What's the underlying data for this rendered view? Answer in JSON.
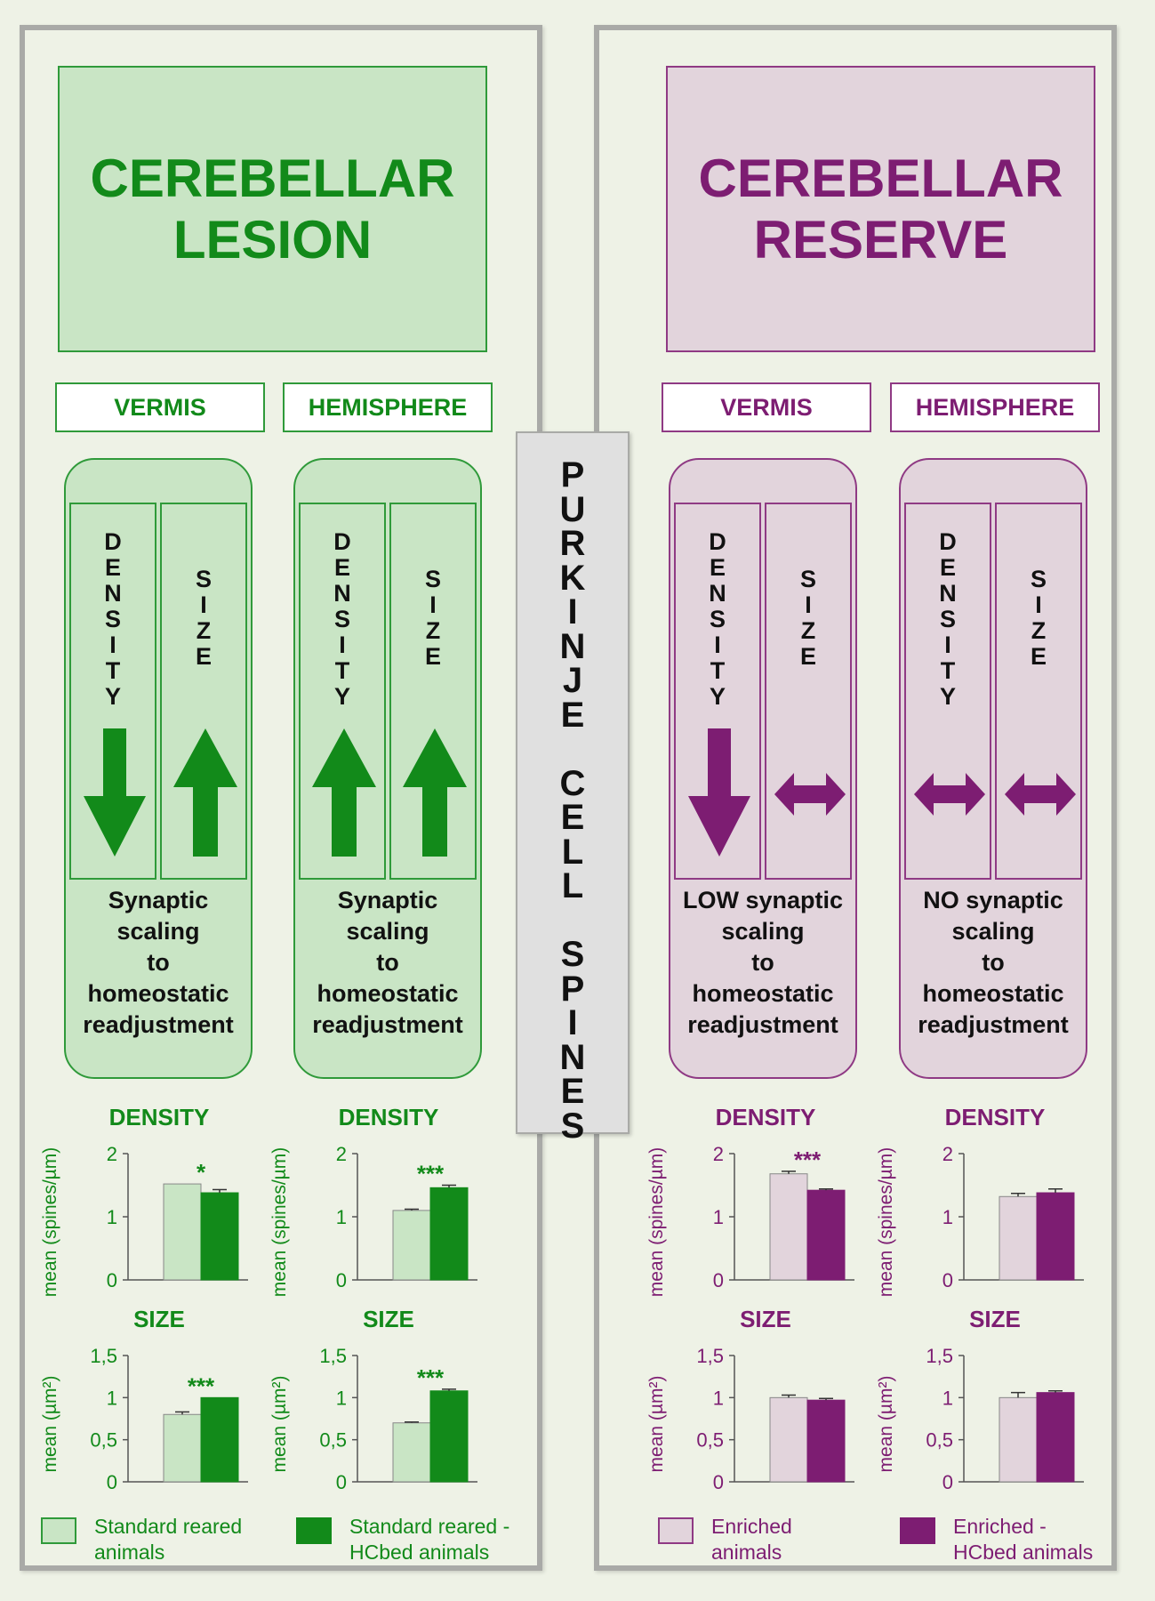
{
  "colors": {
    "green_dark": "#128a1a",
    "green_light": "#c9e5c5",
    "purple_dark": "#7d1d72",
    "purple_light": "#e2d4dc"
  },
  "center_label": "PURKINJE CELL SPINES",
  "panels": {
    "lesion": {
      "title_line1": "CEREBELLAR",
      "title_line2": "LESION",
      "regions": [
        {
          "name": "VERMIS",
          "strips": [
            {
              "label": "DENSITY",
              "arrow": "down-arrow-icon"
            },
            {
              "label": "SIZE",
              "arrow": "up-arrow-icon"
            }
          ],
          "text": [
            "Synaptic",
            "scaling",
            "to",
            "homeostatic",
            "readjustment"
          ]
        },
        {
          "name": "HEMISPHERE",
          "strips": [
            {
              "label": "DENSITY",
              "arrow": "up-arrow-icon"
            },
            {
              "label": "SIZE",
              "arrow": "up-arrow-icon"
            }
          ],
          "text": [
            "Synaptic",
            "scaling",
            "to",
            "homeostatic",
            "readjustment"
          ]
        }
      ],
      "legend": [
        {
          "label_line1": "Standard reared",
          "label_line2": "animals"
        },
        {
          "label_line1": "Standard reared -",
          "label_line2": "HCbed animals"
        }
      ]
    },
    "reserve": {
      "title_line1": "CEREBELLAR",
      "title_line2": "RESERVE",
      "regions": [
        {
          "name": "VERMIS",
          "strips": [
            {
              "label": "DENSITY",
              "arrow": "down-arrow-icon"
            },
            {
              "label": "SIZE",
              "arrow": "left-right-arrow-icon"
            }
          ],
          "text": [
            "LOW synaptic",
            "scaling",
            "to",
            "homeostatic",
            "readjustment"
          ]
        },
        {
          "name": "HEMISPHERE",
          "strips": [
            {
              "label": "DENSITY",
              "arrow": "left-right-arrow-icon"
            },
            {
              "label": "SIZE",
              "arrow": "left-right-arrow-icon"
            }
          ],
          "text": [
            "NO synaptic",
            "scaling",
            "to",
            "homeostatic",
            "readjustment"
          ]
        }
      ],
      "legend": [
        {
          "label_line1": "Enriched",
          "label_line2": "animals"
        },
        {
          "label_line1": "Enriched -",
          "label_line2": "HCbed animals"
        }
      ]
    }
  },
  "chart_data": [
    {
      "id": "lesion-vermis-density",
      "type": "bar",
      "title": "DENSITY",
      "ylabel": "mean (spines/µm)",
      "ylim": [
        0,
        2
      ],
      "yticks": [
        "0",
        "1",
        "2"
      ],
      "values": [
        1.52,
        1.38
      ],
      "errors": [
        0.0,
        0.05
      ],
      "significance": "*",
      "theme": "green"
    },
    {
      "id": "lesion-hemisphere-density",
      "type": "bar",
      "title": "DENSITY",
      "ylabel": "mean (spines/µm)",
      "ylim": [
        0,
        2
      ],
      "yticks": [
        "0",
        "1",
        "2"
      ],
      "values": [
        1.1,
        1.46
      ],
      "errors": [
        0.02,
        0.04
      ],
      "significance": "***",
      "theme": "green"
    },
    {
      "id": "reserve-vermis-density",
      "type": "bar",
      "title": "DENSITY",
      "ylabel": "mean (spines/µm)",
      "ylim": [
        0,
        2
      ],
      "yticks": [
        "0",
        "1",
        "2"
      ],
      "values": [
        1.68,
        1.42
      ],
      "errors": [
        0.04,
        0.02
      ],
      "significance": "***",
      "theme": "purple"
    },
    {
      "id": "reserve-hemisphere-density",
      "type": "bar",
      "title": "DENSITY",
      "ylabel": "mean (spines/µm)",
      "ylim": [
        0,
        2
      ],
      "yticks": [
        "0",
        "1",
        "2"
      ],
      "values": [
        1.32,
        1.38
      ],
      "errors": [
        0.05,
        0.06
      ],
      "significance": "",
      "theme": "purple"
    },
    {
      "id": "lesion-vermis-size",
      "type": "bar",
      "title": "SIZE",
      "ylabel": "mean (µm²)",
      "ylim": [
        0,
        1.5
      ],
      "yticks": [
        "0",
        "0,5",
        "1",
        "1,5"
      ],
      "values": [
        0.8,
        1.0
      ],
      "errors": [
        0.03,
        0.0
      ],
      "significance": "***",
      "theme": "green"
    },
    {
      "id": "lesion-hemisphere-size",
      "type": "bar",
      "title": "SIZE",
      "ylabel": "mean (µm²)",
      "ylim": [
        0,
        1.5
      ],
      "yticks": [
        "0",
        "0,5",
        "1",
        "1,5"
      ],
      "values": [
        0.7,
        1.08
      ],
      "errors": [
        0.01,
        0.02
      ],
      "significance": "***",
      "theme": "green"
    },
    {
      "id": "reserve-vermis-size",
      "type": "bar",
      "title": "SIZE",
      "ylabel": "mean (µm²)",
      "ylim": [
        0,
        1.5
      ],
      "yticks": [
        "0",
        "0,5",
        "1",
        "1,5"
      ],
      "values": [
        1.0,
        0.97
      ],
      "errors": [
        0.03,
        0.02
      ],
      "significance": "",
      "theme": "purple"
    },
    {
      "id": "reserve-hemisphere-size",
      "type": "bar",
      "title": "SIZE",
      "ylabel": "mean (µm²)",
      "ylim": [
        0,
        1.5
      ],
      "yticks": [
        "0",
        "0,5",
        "1",
        "1,5"
      ],
      "values": [
        1.0,
        1.06
      ],
      "errors": [
        0.06,
        0.02
      ],
      "significance": "",
      "theme": "purple"
    }
  ]
}
